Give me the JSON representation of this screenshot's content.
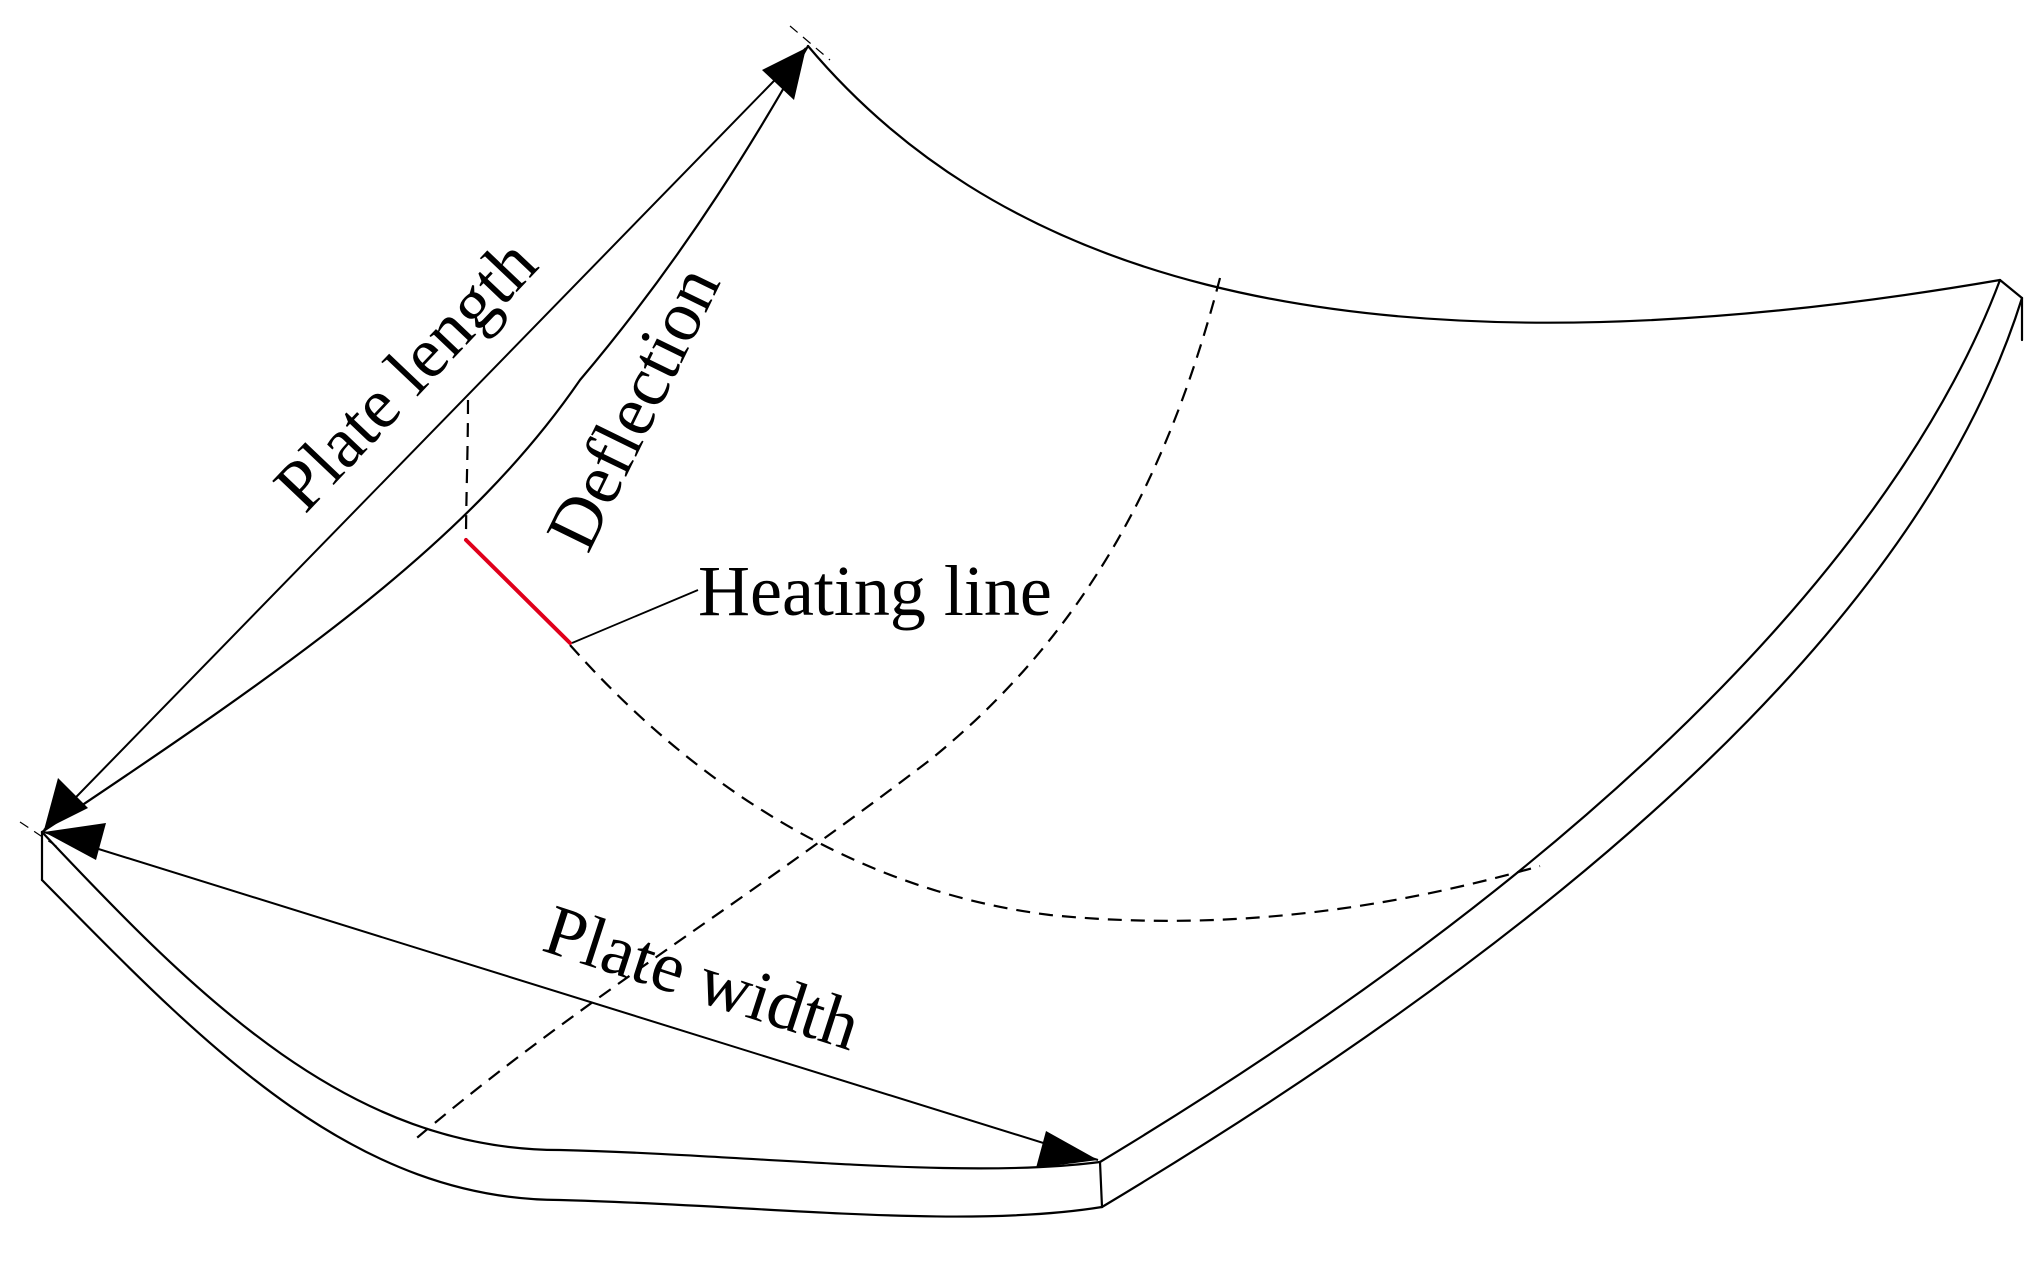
{
  "labels": {
    "plate_length": "Plate length",
    "deflection": "Deflection",
    "heating_line": "Heating line",
    "plate_width": "Plate width"
  },
  "colors": {
    "outline": "#000000",
    "heating_line": "#e0001b",
    "background": "#ffffff"
  }
}
